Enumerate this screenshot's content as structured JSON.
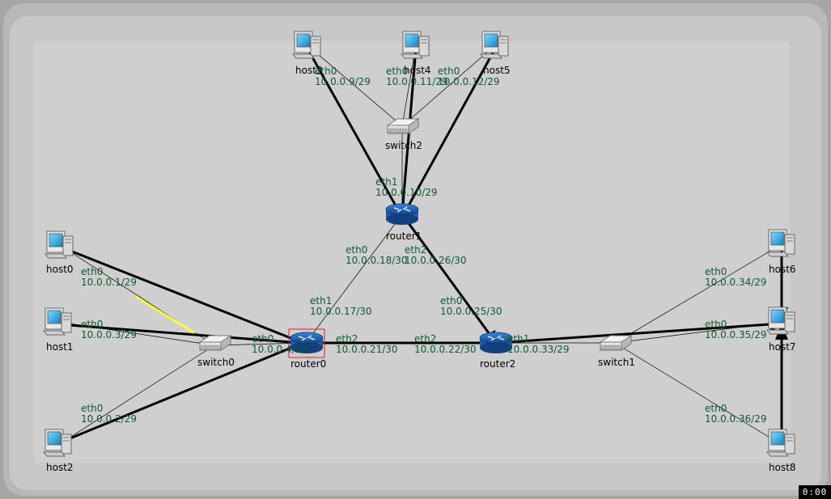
{
  "timer": "0:00",
  "nodes": {
    "host0": "host0",
    "host1": "host1",
    "host2": "host2",
    "host3": "host3",
    "host4": "host4",
    "host5": "host5",
    "host6": "host6",
    "host7": "host7",
    "host8": "host8",
    "switch0": "switch0",
    "switch1": "switch1",
    "switch2": "switch2",
    "router0": "router0",
    "router1": "router1",
    "router2": "router2"
  },
  "interfaces": {
    "host0_if": "eth0",
    "host0_ip": "10.0.0.1/29",
    "host1_if": "eth0",
    "host1_ip": "10.0.0.3/29",
    "host2_if": "eth0",
    "host2_ip": "10.0.0.2/29",
    "host3_if": "eth0",
    "host3_ip": "10.0.0.9/29",
    "host4_if": "eth0",
    "host4_ip": "10.0.0.11/29",
    "host5_if": "eth0",
    "host5_ip": "10.0.0.12/29",
    "host6_if": "eth0",
    "host6_ip": "10.0.0.34/29",
    "host7_if": "eth0",
    "host7_ip": "10.0.0.35/29",
    "host8_if": "eth0",
    "host8_ip": "10.0.0.36/29",
    "router0_eth0_if": "eth0",
    "router0_eth0_ip": "10.0.0.4/29",
    "router0_eth1_if": "eth1",
    "router0_eth1_ip": "10.0.0.17/30",
    "router0_eth2_if": "eth2",
    "router0_eth2_ip": "10.0.0.21/30",
    "router1_eth1_if": "eth1",
    "router1_eth1_ip": "10.0.0.10/29",
    "router1_eth0_if": "eth0",
    "router1_eth0_ip": "10.0.0.18/30",
    "router1_eth2_if": "eth2",
    "router1_eth2_ip": "10.0.0.26/30",
    "router2_eth0_if": "eth0",
    "router2_eth0_ip": "10.0.0.25/30",
    "router2_eth2_if": "eth2",
    "router2_eth2_ip": "10.0.0.22/30",
    "router2_eth1_if": "eth1",
    "router2_eth1_ip": "10.0.0.33/29"
  },
  "colors": {
    "link": "#000000",
    "active_link": "#ffff33",
    "label": "#0d5a32",
    "selection": "#e02020",
    "router": "#1c5fb0",
    "screen": "#22a8e0"
  }
}
